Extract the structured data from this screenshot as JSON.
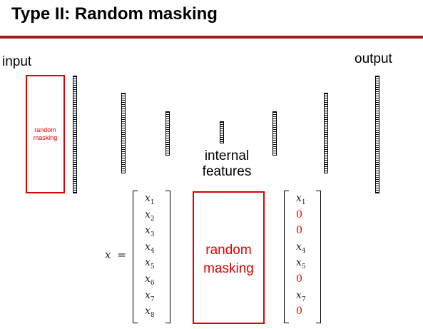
{
  "title": "Type II: Random masking",
  "labels": {
    "input": "input",
    "output": "output",
    "internal_features_line1": "internal",
    "internal_features_line2": "features"
  },
  "small_mask": {
    "line1": "random",
    "line2": "masking"
  },
  "big_mask": {
    "line1": "random",
    "line2": "masking"
  },
  "equation": {
    "lhs_var": "x",
    "equals": "=",
    "input_vector": [
      {
        "var": "x",
        "sub": "1"
      },
      {
        "var": "x",
        "sub": "2"
      },
      {
        "var": "x",
        "sub": "3"
      },
      {
        "var": "x",
        "sub": "4"
      },
      {
        "var": "x",
        "sub": "5"
      },
      {
        "var": "x",
        "sub": "6"
      },
      {
        "var": "x",
        "sub": "7"
      },
      {
        "var": "x",
        "sub": "8"
      }
    ],
    "masked_vector": [
      {
        "var": "x",
        "sub": "1"
      },
      {
        "zero": "0"
      },
      {
        "zero": "0"
      },
      {
        "var": "x",
        "sub": "4"
      },
      {
        "var": "x",
        "sub": "5"
      },
      {
        "zero": "0"
      },
      {
        "var": "x",
        "sub": "7"
      },
      {
        "zero": "0"
      }
    ]
  },
  "colors": {
    "accent": "#e00000",
    "rule": "#9e1b1b"
  }
}
